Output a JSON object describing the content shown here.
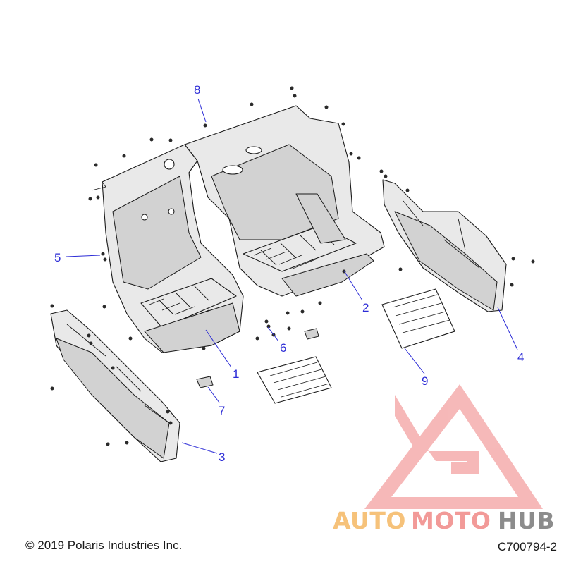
{
  "diagram": {
    "callouts": [
      {
        "id": "1",
        "label": "1"
      },
      {
        "id": "2",
        "label": "2"
      },
      {
        "id": "3",
        "label": "3"
      },
      {
        "id": "4",
        "label": "4"
      },
      {
        "id": "5",
        "label": "5"
      },
      {
        "id": "6",
        "label": "6"
      },
      {
        "id": "7",
        "label": "7"
      },
      {
        "id": "8",
        "label": "8"
      },
      {
        "id": "9",
        "label": "9"
      }
    ],
    "callout_color": "#2b2bd6"
  },
  "footer": {
    "copyright": "© 2019 Polaris Industries Inc.",
    "diagram_code": "C700794-2"
  },
  "watermark": {
    "part1": "AUTO",
    "part2": "MOTO",
    "part3": "HUB",
    "colors": {
      "auto": "#f6c27a",
      "moto": "#f29a98",
      "hub": "#8c8c8c",
      "logo": "#ef7f7f"
    }
  }
}
